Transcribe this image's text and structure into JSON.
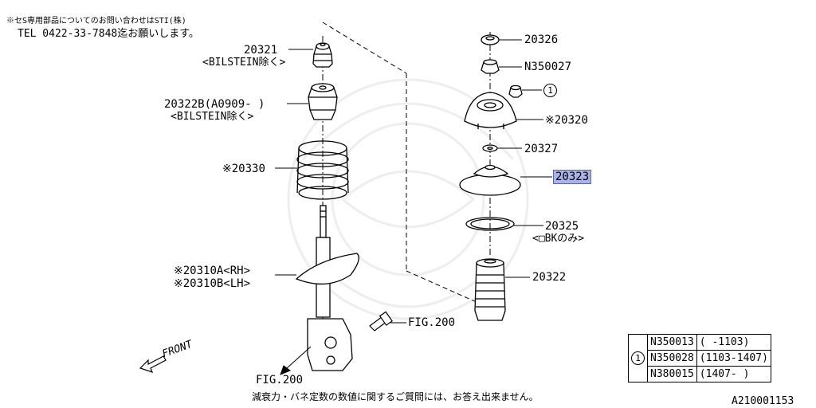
{
  "header": {
    "note_line1": "※セS専用部品についてのお問い合わせはSTI(株)",
    "note_line2": "TEL 0422-33-7848迄お願いします。"
  },
  "labels": {
    "p20321": "20321",
    "p20321_sub": "<BILSTEIN除く>",
    "p20322b": "20322B(A0909- )",
    "p20322b_sub": "<BILSTEIN除く>",
    "p20330": "※20330",
    "p20310a": "※20310A<RH>",
    "p20310b": "※20310B<LH>",
    "fig200_right": "FIG.200",
    "fig200_bottom": "FIG.200",
    "front": "FRONT",
    "p20326": "20326",
    "n350027": "N350027",
    "ref1": "1",
    "p20320": "※20320",
    "p20327": "20327",
    "p20323": "20323",
    "p20325": "20325",
    "p20325_sub": "<□BKのみ>",
    "p20322": "20322"
  },
  "footer": {
    "disclaimer": "減衰力・バネ定数の数値に関するご質問には、お答え出来ません。",
    "diagram_id": "A210001153"
  },
  "options_table": {
    "ref": "1",
    "rows": [
      {
        "part": "N350013",
        "range": "( -1103)"
      },
      {
        "part": "N350028",
        "range": "(1103-1407)"
      },
      {
        "part": "N380015",
        "range": "(1407- )"
      }
    ]
  },
  "colors": {
    "highlight_fill": "#aab3e6",
    "highlight_border": "#5b66b8",
    "line": "#000000",
    "watermark": "#eeeeee"
  }
}
